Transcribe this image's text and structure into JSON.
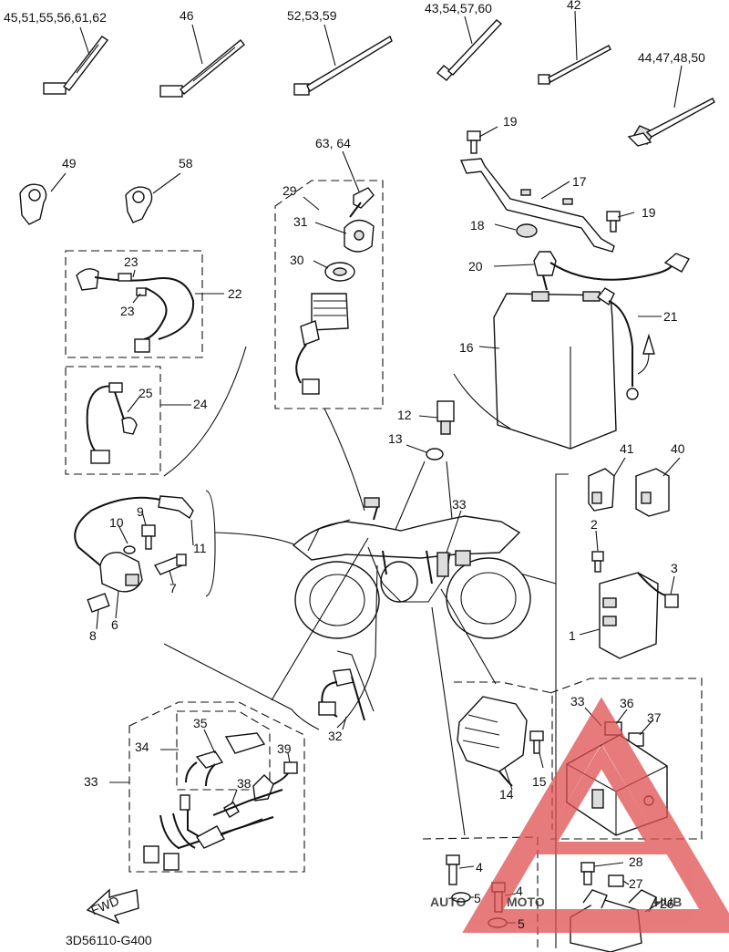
{
  "diagram_code": "3D56110-G400",
  "fwd_label": "FWD",
  "watermark": {
    "left": "AUTO",
    "middle": "MOTO",
    "right": "HUB",
    "color": "#e05050"
  },
  "callouts": {
    "c_45": "45,51,55,56,61,62",
    "c_46": "46",
    "c_52": "52,53,59",
    "c_43": "43,54,57,60",
    "c_42": "42",
    "c_44": "44,47,48,50",
    "c_19a": "19",
    "c_19b": "19",
    "c_17": "17",
    "c_18": "18",
    "c_20": "20",
    "c_21": "21",
    "c_16": "16",
    "c_63": "63, 64",
    "c_29": "29",
    "c_31": "31",
    "c_30": "30",
    "c_49": "49",
    "c_58": "58",
    "c_23a": "23",
    "c_23b": "23",
    "c_22": "22",
    "c_25": "25",
    "c_24": "24",
    "c_12": "12",
    "c_13": "13",
    "c_41": "41",
    "c_40": "40",
    "c_2": "2",
    "c_3": "3",
    "c_1": "1",
    "c_9": "9",
    "c_10": "10",
    "c_11": "11",
    "c_7": "7",
    "c_8": "8",
    "c_6": "6",
    "c_33a": "33",
    "c_33b": "33",
    "c_33c": "33",
    "c_32": "32",
    "c_35": "35",
    "c_34": "34",
    "c_39": "39",
    "c_38": "38",
    "c_36": "36",
    "c_37": "37",
    "c_14": "14",
    "c_15": "15",
    "c_4a": "4",
    "c_4b": "4",
    "c_5a": "5",
    "c_5b": "5",
    "c_28": "28",
    "c_27": "27",
    "c_26": "26"
  }
}
